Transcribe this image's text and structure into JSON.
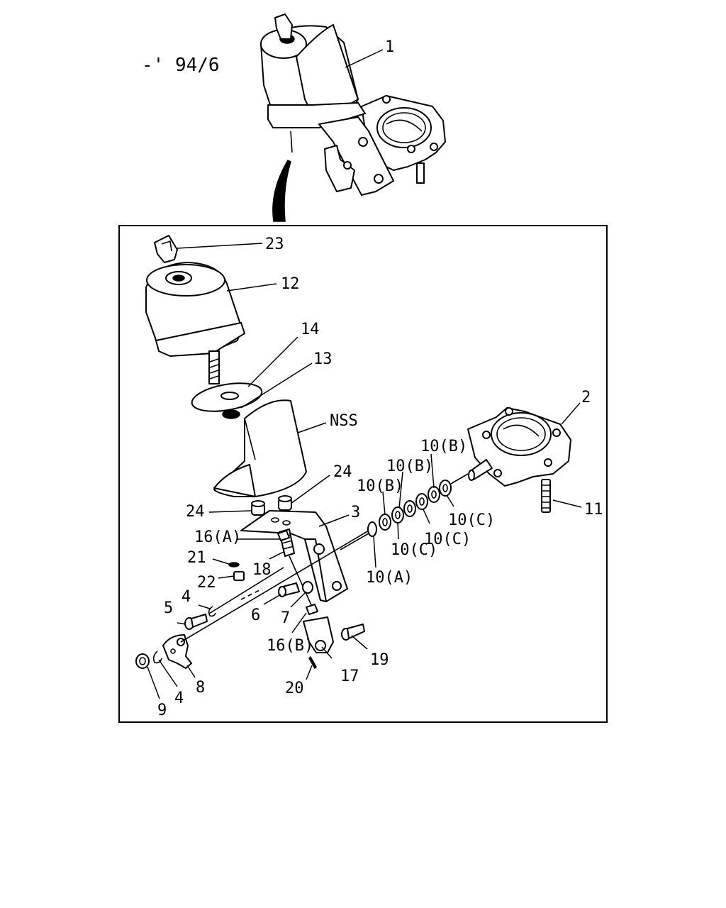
{
  "header": {
    "date_code": "-' 94/6"
  },
  "callouts": {
    "c1": "1",
    "c2": "2",
    "c3": "3",
    "c4a": "4",
    "c4b": "4",
    "c5": "5",
    "c6": "6",
    "c7": "7",
    "c8": "8",
    "c9": "9",
    "c10a": "10(A)",
    "c10b1": "10(B)",
    "c10b2": "10(B)",
    "c10b3": "10(B)",
    "c10c1": "10(C)",
    "c10c2": "10(C)",
    "c10c3": "10(C)",
    "c11": "11",
    "c12": "12",
    "c13": "13",
    "c14": "14",
    "c16a": "16(A)",
    "c16b": "16(B)",
    "c17": "17",
    "c18": "18",
    "c19": "19",
    "c20": "20",
    "c21": "21",
    "c22": "22",
    "c23": "23",
    "c24a": "24",
    "c24b": "24",
    "nss": "NSS"
  }
}
